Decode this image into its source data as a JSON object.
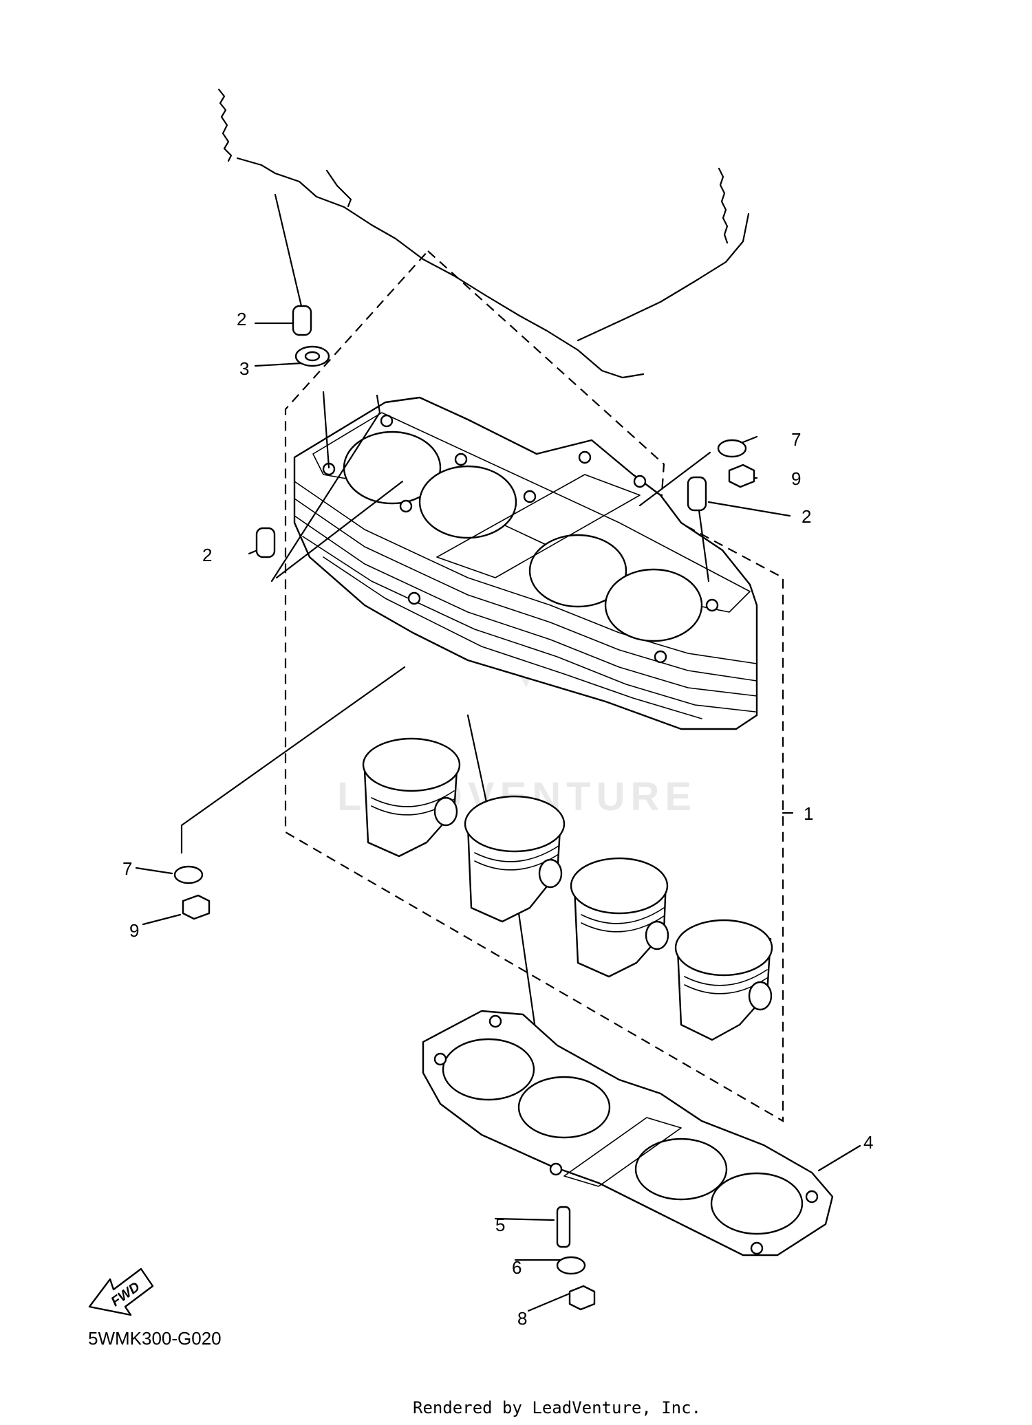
{
  "diagram": {
    "code": "5WMK300-G020",
    "credit": "Rendered by LeadVenture, Inc.",
    "watermark": "LEADVENTURE",
    "fwd_label": "FWD"
  },
  "callouts": [
    "2",
    "3",
    "7",
    "9",
    "2",
    "2",
    "1",
    "7",
    "9",
    "4",
    "5",
    "6",
    "8"
  ]
}
